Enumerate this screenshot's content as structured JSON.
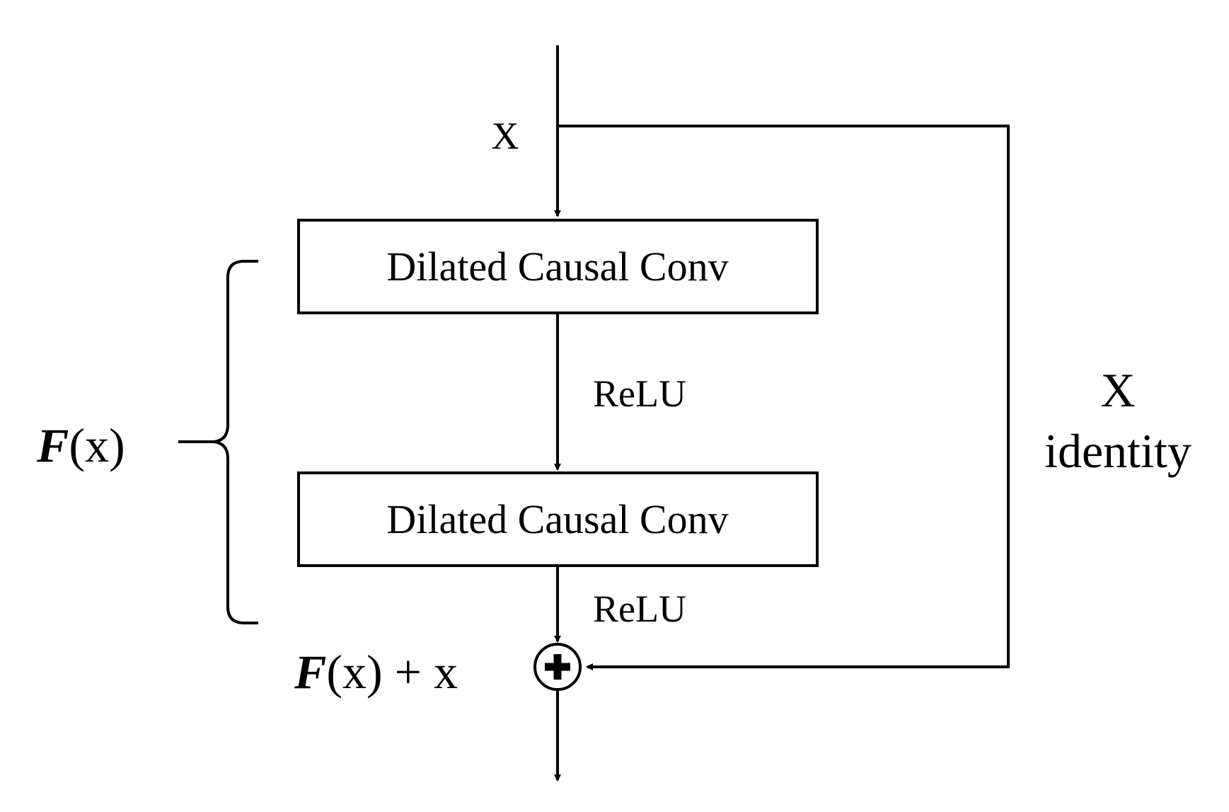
{
  "diagram": {
    "input_label": "X",
    "block1_label": "Dilated Causal Conv",
    "block2_label": "Dilated Causal Conv",
    "activation1_label": "ReLU",
    "activation2_label": "ReLU",
    "residual_function": {
      "symbol": "F",
      "arg": "(x)"
    },
    "sum_expression": {
      "symbol": "F",
      "rest": "(x) + x"
    },
    "skip_label_top": "X",
    "skip_label_bottom": "identity",
    "colors": {
      "stroke": "#000000",
      "background": "#ffffff"
    }
  }
}
